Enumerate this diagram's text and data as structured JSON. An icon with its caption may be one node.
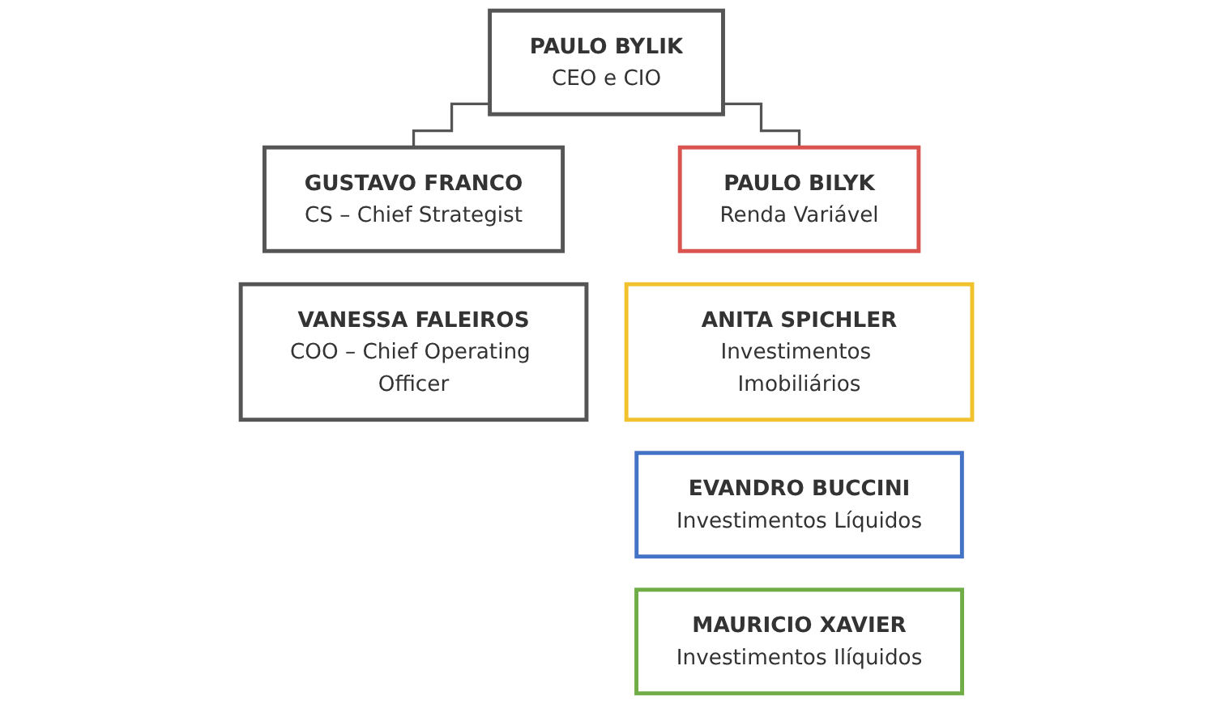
{
  "diagram": {
    "nodes": [
      {
        "text": [
          "PAULO BYLIK",
          "CEO e CIO"
        ]
      },
      {
        "text": [
          "GUSTAVO FRANCO",
          "CS – Chief Strategist"
        ]
      },
      {
        "text": [
          "VANESSA FALEIROS",
          "COO – Chief Operating Officer"
        ]
      },
      {
        "text": [
          "PAULO BILYK",
          "Renda Variável"
        ]
      },
      {
        "text": [
          "ANITA SPICHLER",
          "Investimentos Imobiliários"
        ]
      },
      {
        "text": [
          "EVANDRO BUCCINI",
          "Investimentos Líquidos"
        ]
      },
      {
        "text": [
          "MAURICIO XAVIER",
          "Investimentos Ilíquidos"
        ]
      }
    ],
    "edges": [
      {
        "from": 0,
        "to": 1,
        "arrow": "none"
      },
      {
        "from": 0,
        "to": 3,
        "arrow": "none"
      }
    ]
  }
}
